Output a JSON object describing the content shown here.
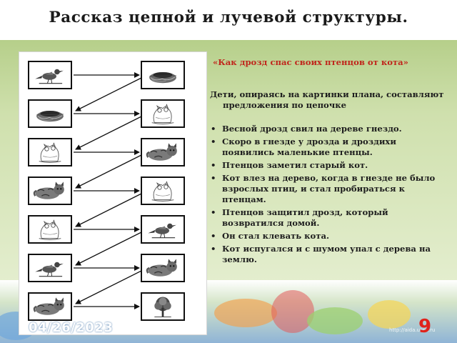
{
  "slide": {
    "title": "Рассказ цепной и лучевой структуры.",
    "story_title": "«Как дрозд спас своих птенцов от кота»",
    "intro": "Дети, опираясь на картинки плана, составляют предложения по цепочке",
    "sentences": [
      "Весной дрозд свил на дереве гнездо.",
      "Скоро в гнезде у дрозда и дроздихи появились маленькие птенцы.",
      "Птенцов заметил старый кот.",
      "Кот влез на дерево, когда в гнезде не было взрослых птиц, и стал пробираться к птенцам.",
      "Птенцов защитил дрозд, который возвратился домой.",
      "Он стал клевать кота.",
      "Кот испугался и с шумом упал с дерева на землю."
    ],
    "date": "04/26/2023",
    "slide_number": "9",
    "watermark": "http://aida.ucoz.ru"
  },
  "plan": {
    "left_column": [
      "bird-icon",
      "nest-icon",
      "chicks-icon",
      "cat-icon",
      "chicks-icon",
      "bird-icon",
      "cat-icon"
    ],
    "right_column": [
      "nest-icon",
      "chicks-icon",
      "cat-icon",
      "chicks-icon",
      "bird-icon",
      "cat-icon",
      "tree-icon"
    ]
  },
  "colors": {
    "band_green": "#b6cf8a",
    "title_red": "#c0261c",
    "slide_number_red": "#e0231b"
  }
}
